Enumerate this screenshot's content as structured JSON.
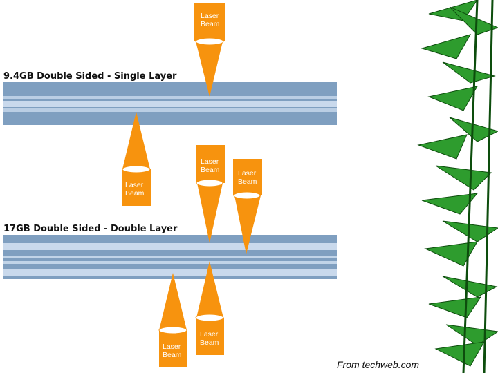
{
  "disc1": {
    "title": "9.4GB Double Sided - Single Layer"
  },
  "disc2": {
    "title": "17GB Double Sided - Double Layer"
  },
  "beam_label_line1": "Laser",
  "beam_label_line2": "Beam",
  "source": "From techweb.com",
  "colors": {
    "orange": "#f7930e",
    "disc_blue": "#7f9fc0",
    "disc_light": "#c9d9ec",
    "leaf_green": "#1f8a1f"
  }
}
